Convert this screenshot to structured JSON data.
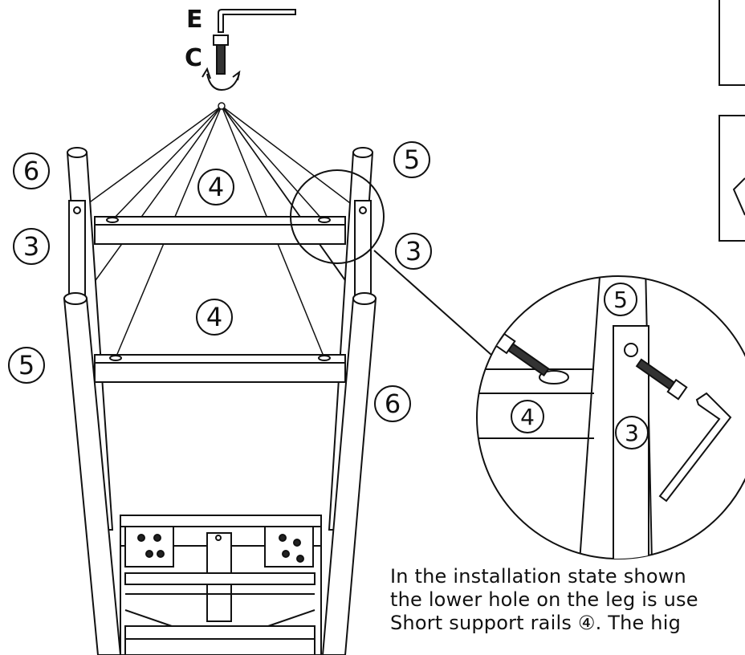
{
  "hardware_labels": {
    "allen_key": "E",
    "bolt": "C"
  },
  "part_numbers": {
    "leg_back_right": "5",
    "leg_back_left": "6",
    "rail_left": "3",
    "rail_right": "3",
    "rail_top": "4",
    "rail_middle": "4",
    "leg_front_left": "5",
    "leg_front_right": "6",
    "detail_leg": "5",
    "detail_rail_short": "4",
    "detail_rail_side": "3"
  },
  "caption_lines": [
    "In the installation state shown",
    "the lower hole on the leg is use",
    "Short support rails  ④. The hig"
  ],
  "colors": {
    "line": "#111111",
    "background": "#ffffff"
  }
}
